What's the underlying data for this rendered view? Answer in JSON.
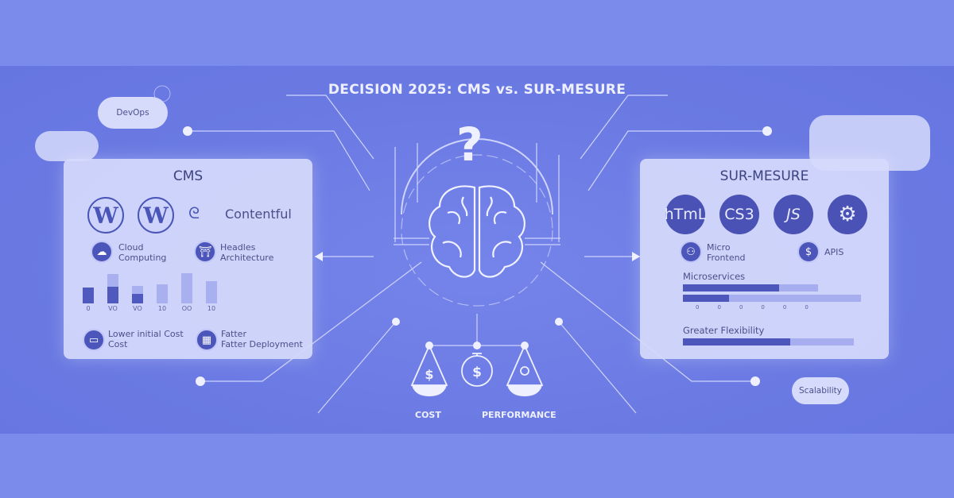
{
  "title": "DECISION 2025: CMS vs. SUR-MESURE",
  "clouds": {
    "devops": "DevOps",
    "scalability": "Scalability"
  },
  "cms": {
    "heading": "CMS",
    "logos": [
      {
        "icon": "wordpress-icon",
        "glyph": "W"
      },
      {
        "icon": "wordpress-icon",
        "glyph": "W"
      }
    ],
    "contentful": "Contentful",
    "features": [
      {
        "icon": "cloud-icon",
        "lines": [
          "Cloud",
          "Computing"
        ]
      },
      {
        "icon": "architecture-icon",
        "lines": [
          "Headles",
          "Architecture"
        ]
      }
    ],
    "chart": {
      "labels": [
        "0",
        "VO",
        "VO",
        "10",
        "OO",
        "10"
      ],
      "total": [
        20,
        37,
        22,
        24,
        38,
        28
      ],
      "dark": [
        20,
        21,
        12,
        0,
        0,
        0
      ]
    },
    "benefits": [
      {
        "icon": "cost-icon",
        "lines": [
          "Lower initial Cost",
          "Cost"
        ]
      },
      {
        "icon": "deployment-icon",
        "lines": [
          "Fatter",
          "Fatter Deployment"
        ]
      }
    ]
  },
  "custom": {
    "heading": "SUR-MESURE",
    "tech": [
      {
        "icon": "html-icon",
        "label": "hTmL"
      },
      {
        "icon": "css-icon",
        "label": "CS3"
      },
      {
        "icon": "js-icon",
        "label": "JS"
      },
      {
        "icon": "gears-icon",
        "label": "⚙"
      }
    ],
    "features": [
      {
        "icon": "microfrontend-icon",
        "lines": [
          "Micro",
          "Frontend"
        ]
      },
      {
        "icon": "api-icon",
        "lines": [
          "APIS"
        ]
      }
    ],
    "microservices": {
      "label": "Microservices",
      "bars": [
        0.71,
        0.26
      ],
      "ticks": [
        "0",
        "0",
        "0",
        "0",
        "0",
        "0"
      ]
    },
    "flexibility": {
      "label": "Greater Flexibility",
      "value": 0.63
    }
  },
  "scale": {
    "cost": "COST",
    "performance": "PERFORMANCE"
  },
  "colors": {
    "background": "#7a8bec",
    "band": "#6b7ae3",
    "card": "#d6dafb",
    "accent": "#4a52b5"
  }
}
